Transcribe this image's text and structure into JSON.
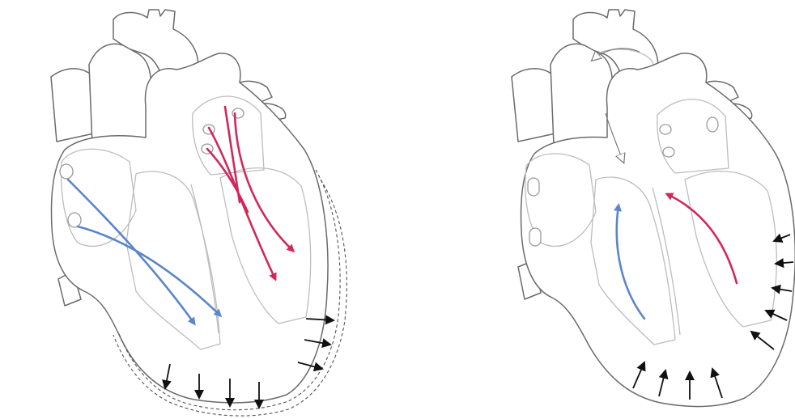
{
  "colors": {
    "deoxygenated_flow": "#5b86c8",
    "oxygenated_flow": "#d1285a",
    "outline": "#6b6b6b",
    "inner_structures": "#bdbdbd",
    "contraction_arrows": "#111111",
    "background": "#ffffff"
  },
  "panels": [
    {
      "phase": "filling",
      "flow_arrows": {
        "blue": 2,
        "red": 4
      },
      "wall_arrows": 7,
      "expanded_wall_outline": "dashed"
    },
    {
      "phase": "contraction",
      "flow_arrows": {
        "blue": 1,
        "red": 1
      },
      "wall_arrows": 9,
      "aortic_arch_arrows": 2
    }
  ]
}
